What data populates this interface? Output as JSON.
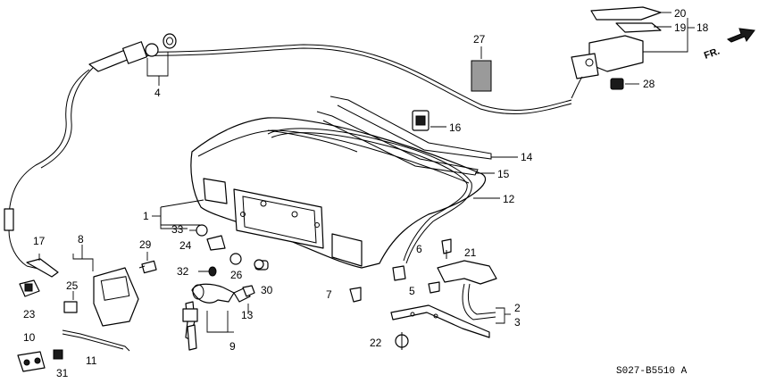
{
  "diagram": {
    "labels": {
      "p1": "1",
      "p2": "2",
      "p3": "3",
      "p4": "4",
      "p5": "5",
      "p6": "6",
      "p7": "7",
      "p8": "8",
      "p9": "9",
      "p10": "10",
      "p11": "11",
      "p12": "12",
      "p13": "13",
      "p14": "14",
      "p15": "15",
      "p16": "16",
      "p17": "17",
      "p18": "18",
      "p19": "19",
      "p20": "20",
      "p21": "21",
      "p22": "22",
      "p23": "23",
      "p24": "24",
      "p25": "25",
      "p26": "26",
      "p27": "27",
      "p28": "28",
      "p29": "29",
      "p30": "30",
      "p31": "31",
      "p32": "32",
      "p33": "33"
    },
    "direction": "FR.",
    "code": "S027-B5510 A"
  }
}
